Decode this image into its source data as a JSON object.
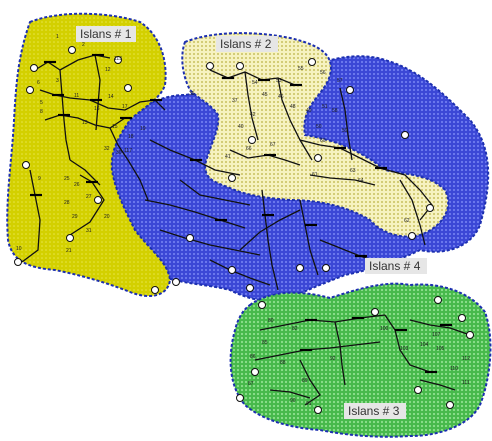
{
  "diagram": {
    "islands": [
      {
        "id": "island-1",
        "label": "Islans # 1",
        "fill": "#d6d300",
        "border": "#1c2fb0"
      },
      {
        "id": "island-2",
        "label": "Islans # 2",
        "fill": "#f4f0b0",
        "border": "#1c2fb0"
      },
      {
        "id": "island-4",
        "label": "Islans # 4",
        "fill": "#3a48d8",
        "border": "#1c2fb0"
      },
      {
        "id": "island-3",
        "label": "Islans # 3",
        "fill": "#46b94a",
        "border": "#1c2fb0"
      }
    ],
    "colors": {
      "line": "#111111",
      "generator_ring": "#111111",
      "label_box": "#e6e6e6"
    },
    "bus_labels": {
      "b1": "1",
      "b2": "2",
      "b3": "3",
      "b4": "4",
      "b5": "5",
      "b6": "6",
      "b8": "8",
      "b9": "9",
      "b10": "10",
      "b11": "11",
      "b12": "12",
      "b13": "13",
      "b14": "14",
      "b15": "15",
      "b16": "16",
      "b17": "17",
      "b18": "18",
      "b19": "19",
      "b20": "20",
      "b21": "21",
      "b25": "25",
      "b26": "26",
      "b27": "27",
      "b28": "28",
      "b29": "29",
      "b30": "30",
      "b31": "31",
      "b32": "32",
      "b113": "113",
      "b117": "117",
      "b35": "35",
      "b37": "37",
      "b40": "40",
      "b41": "41",
      "b42": "42",
      "b45": "45",
      "b46": "46",
      "b48": "48",
      "b49": "49",
      "b50": "50",
      "b51": "51",
      "b53": "53",
      "b54": "54",
      "b55": "55",
      "b56": "56",
      "b57": "57",
      "b58": "58",
      "b59": "59",
      "b60": "60",
      "b61": "61",
      "b62": "62",
      "b63": "63",
      "b64": "64",
      "b66": "66",
      "b67": "67",
      "b80": "80",
      "b82": "82",
      "b85": "85",
      "b86": "86",
      "b87": "87",
      "b88": "88",
      "b89": "89",
      "b90": "90",
      "b91": "91",
      "b92": "92",
      "b100": "100",
      "b103": "103",
      "b104": "104",
      "b105": "105",
      "b107": "107",
      "b110": "110",
      "b111": "111",
      "b112": "112"
    }
  }
}
